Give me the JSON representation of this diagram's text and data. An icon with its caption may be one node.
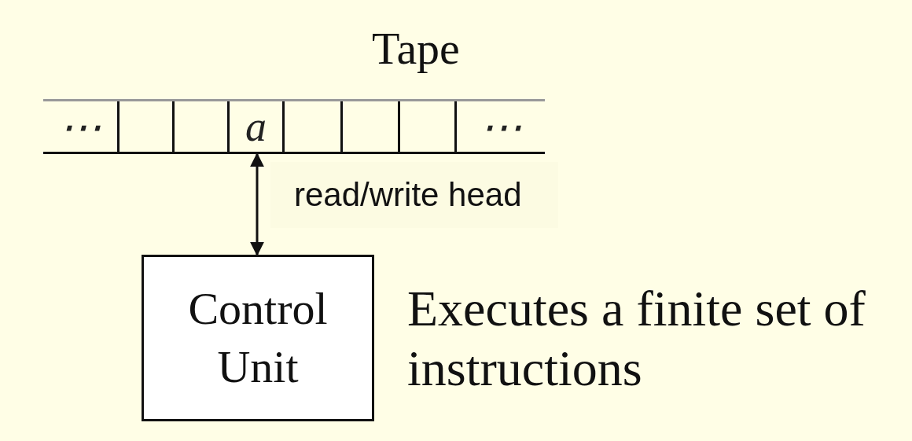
{
  "diagram": {
    "nodes": [
      {
        "text": [
          "Tape"
        ]
      },
      {
        "text": [
          "⋯"
        ],
        "in": 0
      },
      {
        "text": [],
        "shape": "box",
        "in": 0
      },
      {
        "text": [],
        "shape": "box",
        "in": 0
      },
      {
        "text": [
          "a"
        ],
        "in": 0
      },
      {
        "text": [],
        "shape": "box",
        "in": 0
      },
      {
        "text": [],
        "shape": "box",
        "in": 0
      },
      {
        "text": [],
        "shape": "box",
        "in": 0
      },
      {
        "text": [
          "⋯"
        ],
        "in": 0
      },
      {
        "text": [
          "Control Unit"
        ],
        "beside": [
          "Executes a finite set of instructions"
        ]
      }
    ],
    "edges": [
      {
        "from": 4,
        "to": 9,
        "arrow": "both",
        "label": "read/write head"
      }
    ]
  }
}
